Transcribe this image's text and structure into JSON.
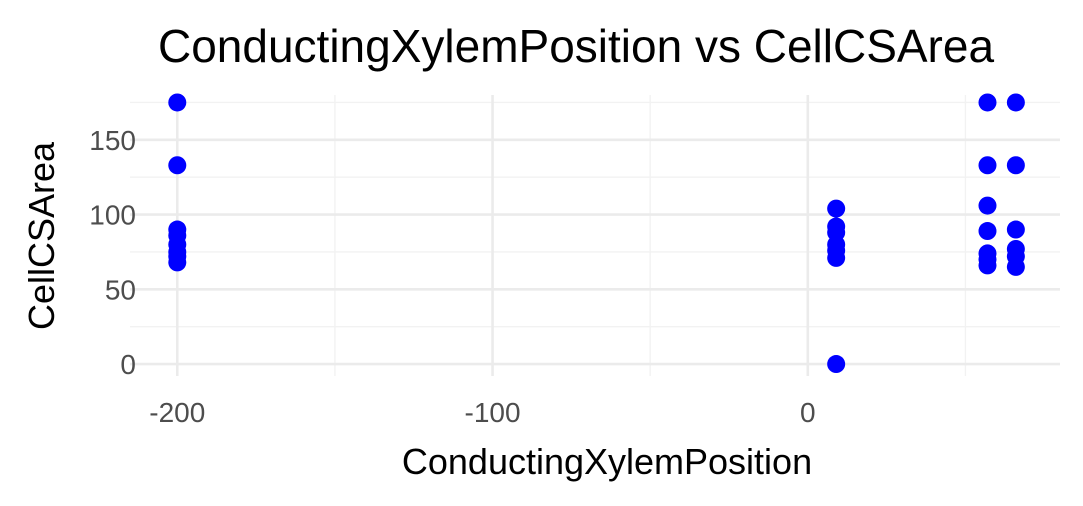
{
  "chart_data": {
    "type": "scatter",
    "title": "ConductingXylemPosition vs CellCSArea",
    "xlabel": "ConductingXylemPosition",
    "ylabel": "CellCSArea",
    "xlim": [
      -215,
      80
    ],
    "ylim": [
      -8,
      180
    ],
    "x_ticks": [
      -200,
      -100,
      0
    ],
    "y_ticks": [
      0,
      50,
      100,
      150
    ],
    "grid": true,
    "point_color": "#0000ff",
    "points": [
      {
        "x": -200,
        "y": 175
      },
      {
        "x": -200,
        "y": 133
      },
      {
        "x": -200,
        "y": 90
      },
      {
        "x": -200,
        "y": 86
      },
      {
        "x": -200,
        "y": 80
      },
      {
        "x": -200,
        "y": 75
      },
      {
        "x": -200,
        "y": 72
      },
      {
        "x": -200,
        "y": 68
      },
      {
        "x": 9,
        "y": 104
      },
      {
        "x": 9,
        "y": 92
      },
      {
        "x": 9,
        "y": 88
      },
      {
        "x": 9,
        "y": 80
      },
      {
        "x": 9,
        "y": 76
      },
      {
        "x": 9,
        "y": 71
      },
      {
        "x": 9,
        "y": 0
      },
      {
        "x": 57,
        "y": 175
      },
      {
        "x": 57,
        "y": 133
      },
      {
        "x": 57,
        "y": 106
      },
      {
        "x": 57,
        "y": 89
      },
      {
        "x": 57,
        "y": 74
      },
      {
        "x": 57,
        "y": 70
      },
      {
        "x": 57,
        "y": 66
      },
      {
        "x": 66,
        "y": 175
      },
      {
        "x": 66,
        "y": 133
      },
      {
        "x": 66,
        "y": 90
      },
      {
        "x": 66,
        "y": 77
      },
      {
        "x": 66,
        "y": 72
      },
      {
        "x": 66,
        "y": 65
      }
    ]
  }
}
